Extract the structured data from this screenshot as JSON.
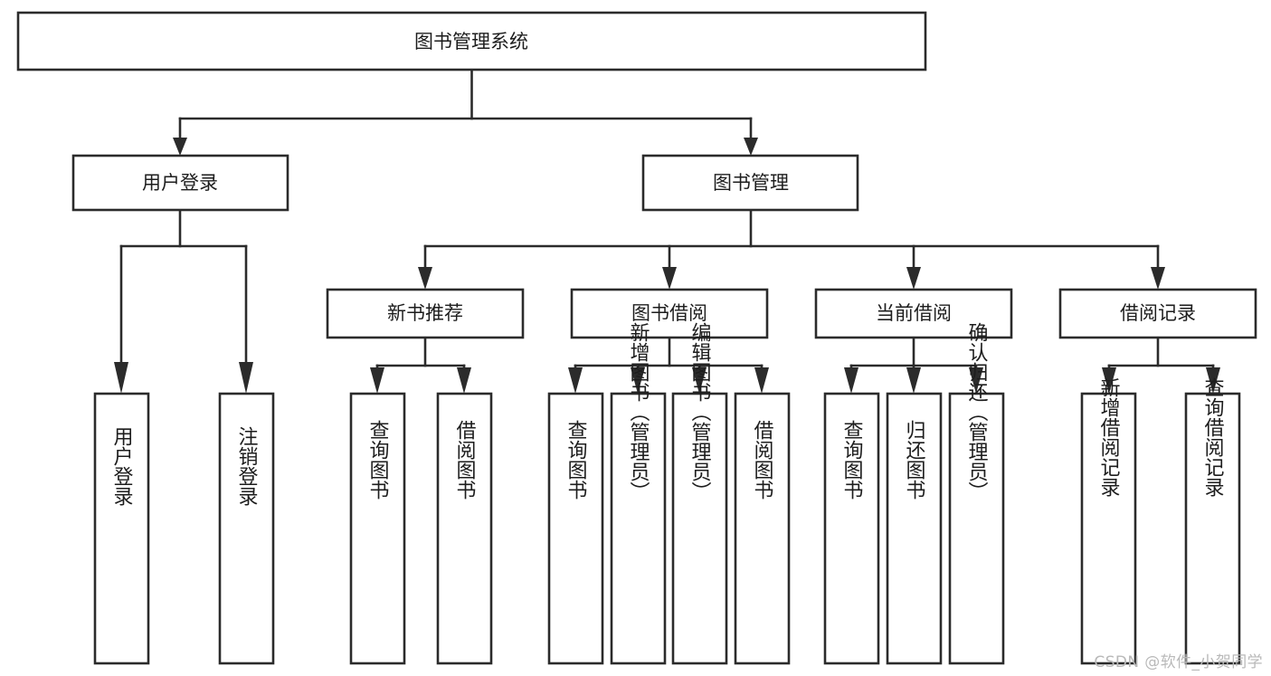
{
  "diagram": {
    "type": "hierarchy-tree",
    "title": "图书管理系统",
    "watermark": "CSDN @软件_小贺同学",
    "colors": {
      "stroke": "#2b2b2b",
      "fill": "#ffffff",
      "text": "#1d1d1d",
      "watermark": "#b9b9b9"
    },
    "levels": {
      "root": [
        "图书管理系统"
      ],
      "level2": [
        "用户登录",
        "图书管理"
      ],
      "level3": [
        "新书推荐",
        "图书借阅",
        "当前借阅",
        "借阅记录"
      ],
      "level4": [
        "用户登录",
        "注销登录",
        "查询图书",
        "借阅图书",
        "查询图书",
        "新增图书（管理员）",
        "编辑图书（管理员）",
        "借阅图书",
        "查询图书",
        "归还图书",
        "确认归还（管理员）",
        "新增借阅记录",
        "查询借阅记录"
      ]
    },
    "nodes": {
      "root": {
        "label": "图书管理系统"
      },
      "user_login": {
        "label": "用户登录"
      },
      "book_manage": {
        "label": "图书管理"
      },
      "new_book_rec": {
        "label": "新书推荐"
      },
      "book_borrow": {
        "label": "图书借阅"
      },
      "current_borrow": {
        "label": "当前借阅"
      },
      "borrow_record": {
        "label": "借阅记录"
      },
      "leaf_user_login": {
        "label": "用户登录"
      },
      "leaf_logout": {
        "label": "注销登录"
      },
      "leaf_query_book_a": {
        "label": "查询图书"
      },
      "leaf_borrow_book_a": {
        "label": "借阅图书"
      },
      "leaf_query_book_b": {
        "label": "查询图书"
      },
      "leaf_add_book": {
        "label": "新增图书（管理员）"
      },
      "leaf_edit_book": {
        "label": "编辑图书（管理员）"
      },
      "leaf_borrow_book_b": {
        "label": "借阅图书"
      },
      "leaf_query_book_c": {
        "label": "查询图书"
      },
      "leaf_return_book": {
        "label": "归还图书"
      },
      "leaf_confirm_return": {
        "label": "确认归还（管理员）"
      },
      "leaf_add_record": {
        "label": "新增借阅记录"
      },
      "leaf_query_record": {
        "label": "查询借阅记录"
      }
    }
  }
}
